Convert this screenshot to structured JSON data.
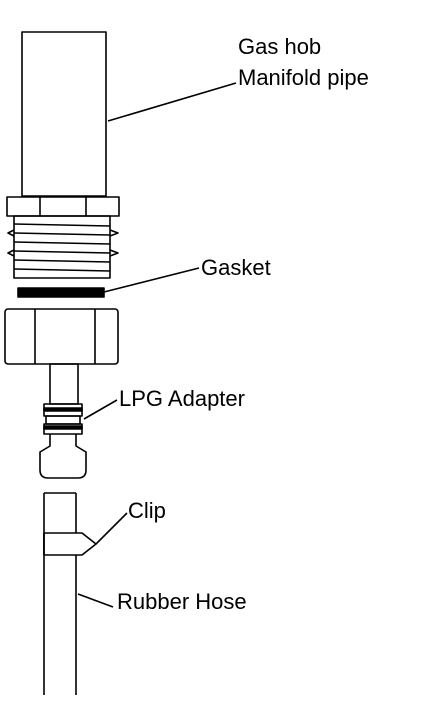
{
  "labels": {
    "gas_hob": "Gas hob",
    "manifold_pipe": "Manifold pipe",
    "gasket": "Gasket",
    "lpg_adapter": "LPG Adapter",
    "clip": "Clip",
    "rubber_hose": "Rubber Hose"
  },
  "colors": {
    "line": "#000000",
    "background": "#ffffff"
  }
}
